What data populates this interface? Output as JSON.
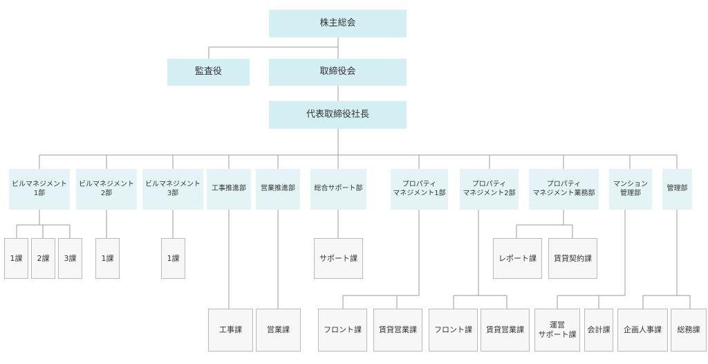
{
  "top": {
    "shareholders": "株主総会",
    "auditor": "監査役",
    "board": "取締役会",
    "president": "代表取締役社長"
  },
  "departments": [
    "ビルマネジメント\n1部",
    "ビルマネジメント\n2部",
    "ビルマネジメント\n3部",
    "工事推進部",
    "営業推進部",
    "総合サポート部",
    "プロパティ\nマネジメント1部",
    "プロパティ\nマネジメント2部",
    "プロパティ\nマネジメント業務部",
    "マンション\n管理部",
    "管理部"
  ],
  "sections": [
    "1課",
    "2課",
    "3課",
    "1課",
    "1課",
    "サポート課",
    "レポート課",
    "賃貸契約課",
    "工事課",
    "営業課",
    "フロント課",
    "賃貸営業課",
    "フロント課",
    "賃貸営業課",
    "運営\nサポート課",
    "会計課",
    "企画人事課",
    "総務課"
  ]
}
